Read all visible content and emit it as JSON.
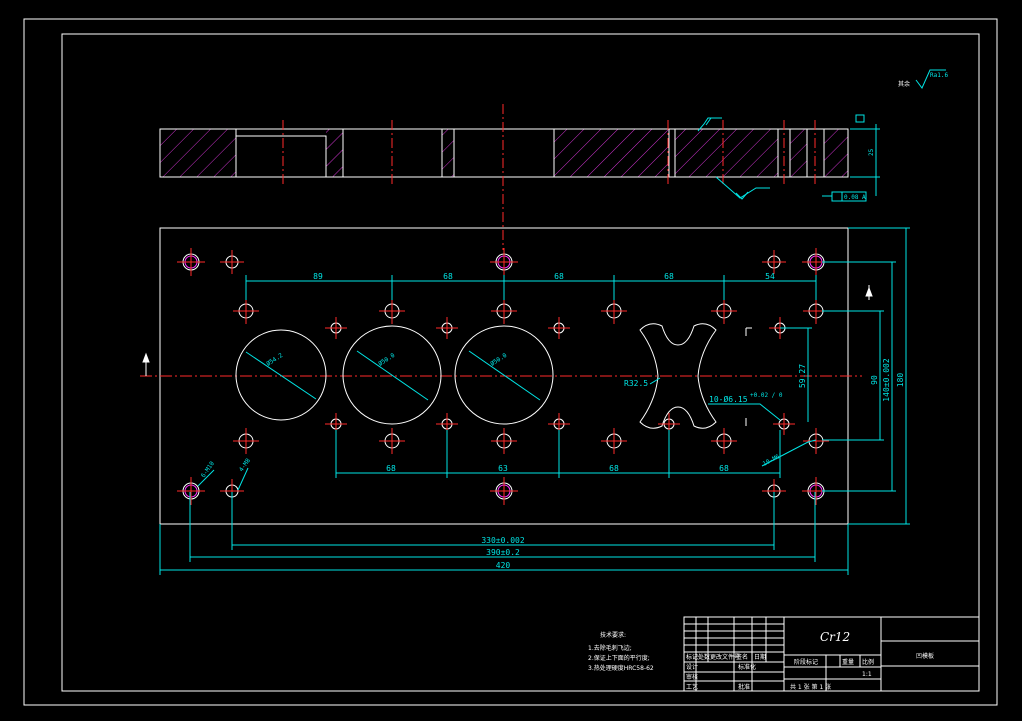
{
  "colors": {
    "background": "#000000",
    "outline": "#ffffff",
    "center_line": "#ff2a2a",
    "dimension": "#00e5e5",
    "hatch": "#cc33cc",
    "highlight_hole": "#ff33ff"
  },
  "roughness": {
    "other_label": "其余",
    "value": "Ra1.6"
  },
  "section_view": {
    "thickness_dim": "25",
    "flatness_callout": "0.08 A",
    "datum_label": "A"
  },
  "plan_view": {
    "top_dims": [
      "89",
      "68",
      "68",
      "68",
      "54"
    ],
    "bottom_dims": [
      "68",
      "63",
      "68",
      "68"
    ],
    "overall_dims": [
      "330±0.002",
      "390±0.2",
      "420"
    ],
    "right_dims": [
      "90",
      "140±0.002",
      "180"
    ],
    "bore_dims": [
      "Ø54.2",
      "Ø50.0",
      "Ø50.0"
    ],
    "radius_dim": "R32.5",
    "height_dim": "59.27",
    "hole_callout": "10-Ø6.15",
    "hole_tol": "+0.02 / 0",
    "thread_callout_left": "6-M10",
    "thread_callout_left2": "4-M8",
    "thread_callout_right": "10-M6"
  },
  "tech_notes": {
    "title": "技术要求:",
    "items": [
      "1.去除毛刺飞边;",
      "2.保证上下面的平行度;",
      "3.热处理硬度HRC58-62"
    ]
  },
  "title_block": {
    "material": "Cr12",
    "part_name": "凹模板",
    "labels": [
      "标记",
      "处数",
      "更改文件号",
      "签名",
      "日期",
      "设计",
      "标准化",
      "阶段标记",
      "重量",
      "比例",
      "审核",
      "工艺",
      "批准"
    ],
    "scale": "1:1",
    "sheet": "共 1 张 第 1 张"
  }
}
